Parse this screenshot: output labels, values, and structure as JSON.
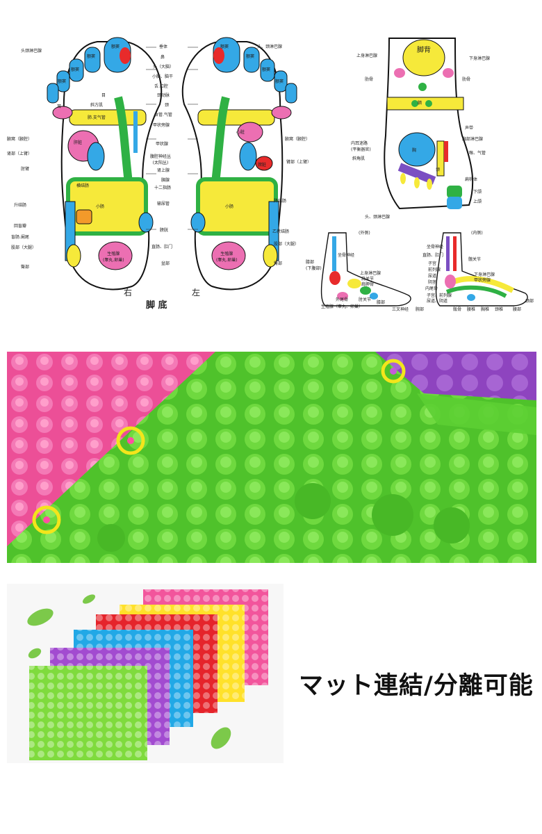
{
  "sole_chart": {
    "caption": "脚 底",
    "right_label": "右",
    "left_label": "左",
    "toe_labels": [
      "额窦",
      "额窦",
      "额窦",
      "额窦",
      "额窦",
      "额窦",
      "额窦",
      "额窦"
    ],
    "inner_labels": {
      "eye": "目",
      "ear": "耳",
      "trapezius": "斜方肌",
      "lung": "肺.支气管",
      "liver": "肝脏",
      "kidney": "肾",
      "heart": "心脏",
      "spleen": "脾脏",
      "ureter": "输尿管",
      "transverse_colon": "横结肠",
      "small_intestine": "小肠",
      "descending_colon": "降结肠",
      "genital": "生殖腺\n(睾丸.卵巢)"
    },
    "left_side_labels": [
      "头颈淋巴腺",
      "腋窝（腋腔）",
      "肾部（上臂）",
      "肘臂",
      "升结肠",
      "回盲瓣",
      "盲肠.阑尾",
      "股部（大腿）",
      "臀部"
    ],
    "center_labels": [
      "垂体",
      "鼻",
      "头（大脑）",
      "小脑、脑干",
      "舌.口腔",
      "颈动脉",
      "颈",
      "食管.气管",
      "甲状旁腺",
      "甲状腺",
      "腹腔神经丛\n(太阳丛)",
      "肾上腺",
      "胰腺",
      "十二指肠",
      "输尿管",
      "膀胱",
      "直肠、肛门",
      "盆部"
    ],
    "right_side_labels": [
      "头、颈淋巴腺",
      "腋窝（腋腔）",
      "臂部（上臂）",
      "降结肠",
      "乙状结肠",
      "股部（大腿）",
      "臀部"
    ]
  },
  "dorsal_chart": {
    "title": "脚背",
    "labels": {
      "upper_lymph": "上身淋巴腺",
      "lower_lymph": "下身淋巴腺",
      "rib_left": "肋骨",
      "rib_right": "肋骨",
      "diaphragm": "膈",
      "chest": "胸",
      "inner_ear": "内耳迷路\n(平衡器官)",
      "oblique": "斜角肌",
      "vocal": "声带",
      "chest_lymph": "胸部淋巴腺",
      "throat": "喉、气管",
      "tonsil": "扁桃体",
      "neck": "颈",
      "lower_jaw": "下颌",
      "upper_jaw": "上颌",
      "head_neck_lymph": "头、颈淋巴腺"
    }
  },
  "side_charts": {
    "outer_title": "(外侧)",
    "inner_title": "(内侧)",
    "outer_labels": [
      "坐骨神经",
      "膝部\n(下腹部)",
      "上身淋巴腺",
      "肩关节",
      "肩胛骨",
      "外尾骨",
      "肘关节",
      "生殖腺（睾丸、卵巢）",
      "膝部",
      "三叉神经",
      "腕部"
    ],
    "inner_labels": [
      "坐骨神经",
      "直肠、肛门",
      "子宫\n前列腺",
      "尿道\n阴茎",
      "内尾骨",
      "髋关节",
      "子宫、前列腺",
      "尿道、阴道",
      "骶骨",
      "腰椎",
      "胸椎",
      "颈椎",
      "下身淋巴腺",
      "甲状旁腺",
      "腰部",
      "颈部"
    ]
  },
  "mat_photo": {
    "colors": {
      "pink": "#f0569f",
      "green": "#5fd43a",
      "purple": "#9a4fc6",
      "highlight": "#f3e51b"
    }
  },
  "stack_photo": {
    "mat_colors": [
      "#f2559c",
      "#ffe12a",
      "#e5242b",
      "#22a8e6",
      "#a24bd0",
      "#7fdb3d"
    ],
    "leaf_color": "#7cc94a"
  },
  "connect_caption": "マット連結/分離可能"
}
